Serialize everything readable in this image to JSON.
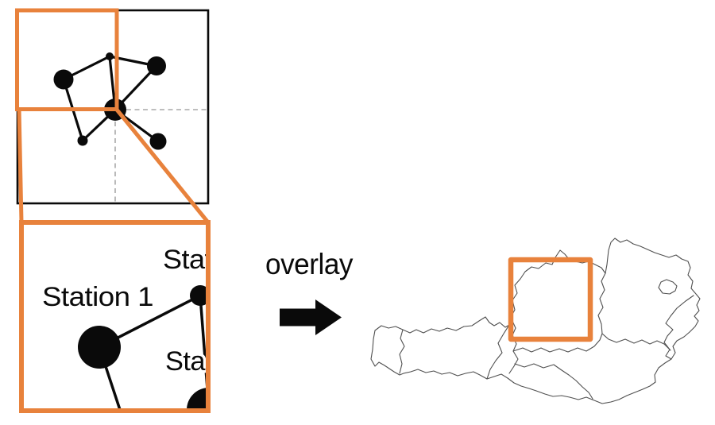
{
  "labels": {
    "overlay": "overlay",
    "station_1": "Station 1",
    "station_clipped_top": "Stat",
    "station_clipped_bottom": "Sta"
  },
  "colors": {
    "accent_orange": "#E8823C",
    "ink_black": "#0A0A0A",
    "dash_gray": "#A8A8A8",
    "map_gray": "#4F4F4F"
  }
}
